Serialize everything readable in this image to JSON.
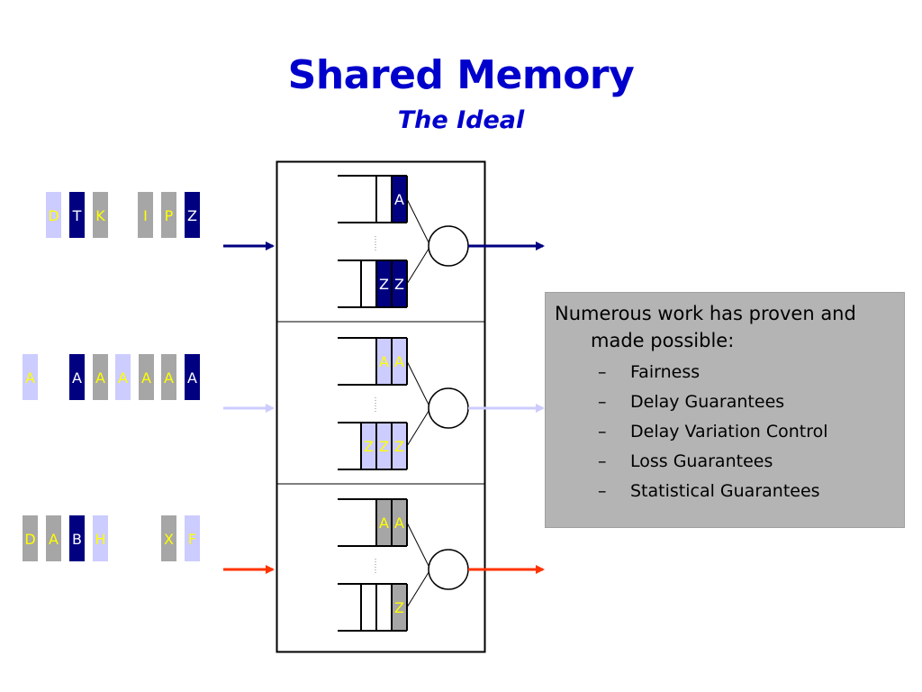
{
  "title": "Shared Memory",
  "subtitle": "The Ideal",
  "colors": {
    "dark": "#000080",
    "light": "#ccccff",
    "gray": "#a6a6a6",
    "red": "#ff3300",
    "letter_on_dark": "#ffffff",
    "letter_on_light": "#ffff00",
    "letter_on_gray": "#ffff00"
  },
  "inputs": [
    {
      "arrow_color": "dark",
      "cells": [
        {
          "label": "D",
          "color": "light"
        },
        {
          "label": "T",
          "color": "dark"
        },
        {
          "label": "K",
          "color": "gray"
        },
        {
          "label": "I",
          "color": "gray"
        },
        {
          "label": "P",
          "color": "gray"
        },
        {
          "label": "Z",
          "color": "dark"
        }
      ]
    },
    {
      "arrow_color": "light",
      "cells": [
        {
          "label": "A",
          "color": "light"
        },
        {
          "label": "A",
          "color": "dark"
        },
        {
          "label": "A",
          "color": "gray"
        },
        {
          "label": "A",
          "color": "light"
        },
        {
          "label": "A",
          "color": "gray"
        },
        {
          "label": "A",
          "color": "gray"
        },
        {
          "label": "A",
          "color": "dark"
        }
      ]
    },
    {
      "arrow_color": "red",
      "cells": [
        {
          "label": "D",
          "color": "gray"
        },
        {
          "label": "A",
          "color": "gray"
        },
        {
          "label": "B",
          "color": "dark"
        },
        {
          "label": "H",
          "color": "light"
        },
        {
          "label": "X",
          "color": "gray"
        },
        {
          "label": "F",
          "color": "light"
        }
      ]
    }
  ],
  "outputs": [
    {
      "color": "dark",
      "queues": [
        {
          "cells": [
            {
              "label": "A",
              "color": "dark"
            }
          ],
          "slots": 2
        },
        {
          "cells": [
            {
              "label": "Z",
              "color": "dark"
            },
            {
              "label": "Z",
              "color": "dark"
            }
          ],
          "slots": 3
        }
      ]
    },
    {
      "color": "light",
      "queues": [
        {
          "cells": [
            {
              "label": "A",
              "color": "light"
            },
            {
              "label": "A",
              "color": "light"
            }
          ],
          "slots": 2
        },
        {
          "cells": [
            {
              "label": "Z",
              "color": "light"
            },
            {
              "label": "Z",
              "color": "light"
            },
            {
              "label": "Z",
              "color": "light"
            }
          ],
          "slots": 3
        }
      ]
    },
    {
      "color": "red",
      "queues": [
        {
          "cells": [
            {
              "label": "A",
              "color": "gray"
            },
            {
              "label": "A",
              "color": "gray"
            }
          ],
          "slots": 2
        },
        {
          "cells": [
            {
              "label": "Z",
              "color": "gray"
            }
          ],
          "slots": 3
        }
      ]
    }
  ],
  "info": {
    "lead": "Numerous work has proven and made possible:",
    "items": [
      "Fairness",
      "Delay Guarantees",
      "Delay Variation Control",
      "Loss Guarantees",
      "Statistical Guarantees"
    ],
    "dash": "–"
  }
}
